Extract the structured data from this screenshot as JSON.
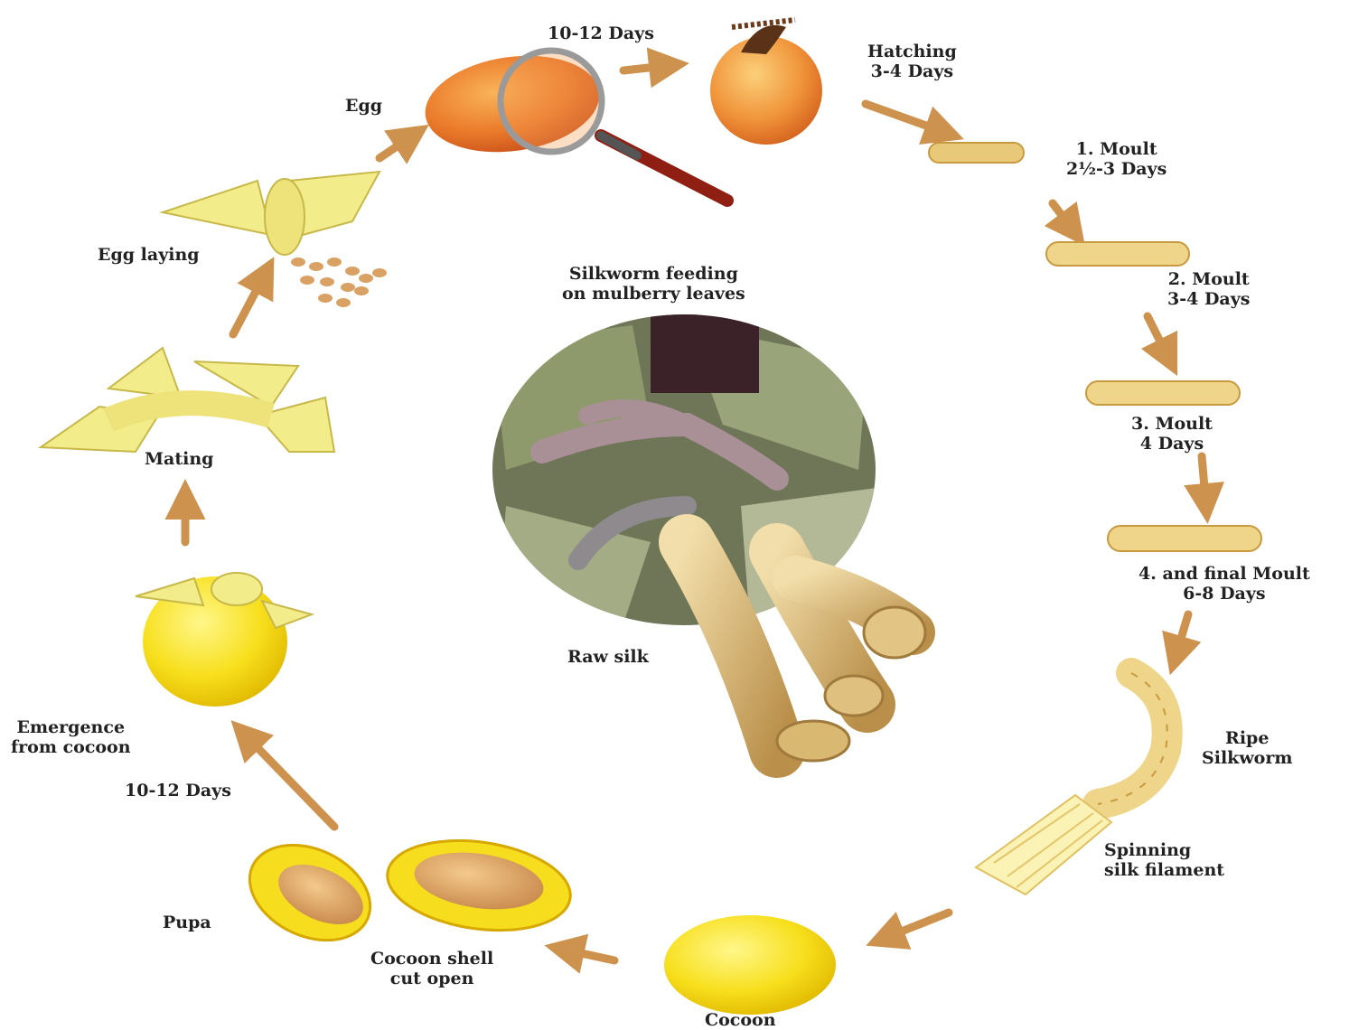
{
  "labels": {
    "egg": "Egg",
    "incubation": "10-12 Days",
    "hatching_line1": "Hatching",
    "hatching_line2": "3-4 Days",
    "moult1_line1": "1. Moult",
    "moult1_line2": "2½-3 Days",
    "moult2_line1": "2. Moult",
    "moult2_line2": "3-4 Days",
    "moult3_line1": "3. Moult",
    "moult3_line2": "4 Days",
    "moult4_line1": "4. and final Moult",
    "moult4_line2": "6-8 Days",
    "ripe_line1": "Ripe",
    "ripe_line2": "Silkworm",
    "spinning_line1": "Spinning",
    "spinning_line2": "silk filament",
    "cocoon": "Cocoon",
    "cut_line1": "Cocoon shell",
    "cut_line2": "cut open",
    "pupa": "Pupa",
    "pupa_days": "10-12 Days",
    "emergence_line1": "Emergence",
    "emergence_line2": "from cocoon",
    "mating": "Mating",
    "egg_laying": "Egg laying",
    "center_line1": "Silkworm feeding",
    "center_line2": "on mulberry leaves",
    "raw_silk": "Raw silk"
  },
  "colors": {
    "arrow": "#c8873a",
    "egg_orange": "#e8762a",
    "larva": "#e8c97a",
    "moth": "#f3ec8a",
    "cocoon": "#f6dd1e",
    "leaf": "#7e8a5e",
    "silk": "#d9b872"
  }
}
